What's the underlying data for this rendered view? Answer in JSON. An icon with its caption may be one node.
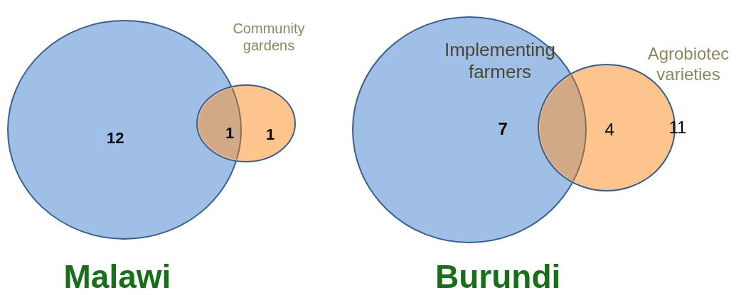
{
  "diagram": {
    "nodes": [
      {
        "text": [],
        "shape": "circle"
      },
      {
        "text": [
          "Community gardens"
        ]
      },
      {
        "text": [
          "Implementing farmers"
        ]
      },
      {
        "text": [
          "Agrobiotec varieties"
        ]
      }
    ],
    "labels": [
      "12",
      "1",
      "1",
      "7",
      "4",
      "11",
      "Malawi",
      "Burundi"
    ]
  }
}
